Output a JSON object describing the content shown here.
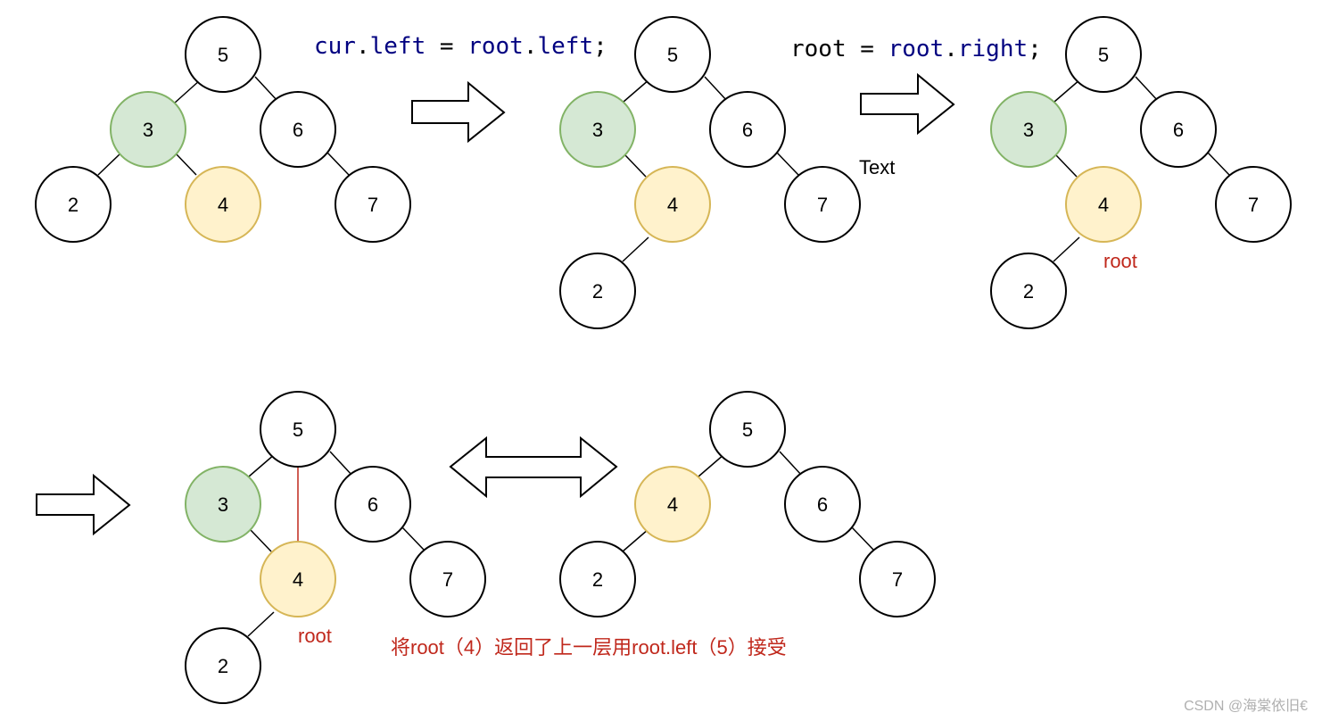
{
  "colors": {
    "stroke": "#000000",
    "node_fill_default": "#ffffff",
    "node_fill_green": "#d5e8d4",
    "node_stroke_green": "#82b366",
    "node_fill_yellow": "#fff2cc",
    "node_stroke_yellow": "#d6b656",
    "code_keyword": "#000080",
    "code_plain": "#000000",
    "annotation_red": "#c0281c",
    "watermark_gray": "#b0b0b0"
  },
  "code_lines": {
    "line1": {
      "part1": "cur",
      "part2": ".",
      "part3": "left",
      "part4": " = ",
      "part5": "root",
      "part6": ".",
      "part7": "left",
      "part8": ";"
    },
    "line2": {
      "part1": "root",
      "part2": " = ",
      "part3": "root",
      "part4": ".",
      "part5": "right",
      "part6": ";"
    }
  },
  "labels": {
    "text_label": "Text",
    "root_label_3": "root",
    "root_label_4": "root",
    "caption": "将root（4）返回了上一层用root.left（5）接受",
    "watermark": "CSDN @海棠依旧€"
  },
  "trees": {
    "tree1": {
      "n5": "5",
      "n3": "3",
      "n6": "6",
      "n2": "2",
      "n4": "4",
      "n7": "7"
    },
    "tree2": {
      "n5": "5",
      "n3": "3",
      "n6": "6",
      "n4": "4",
      "n7": "7",
      "n2": "2"
    },
    "tree3": {
      "n5": "5",
      "n3": "3",
      "n6": "6",
      "n4": "4",
      "n7": "7",
      "n2": "2"
    },
    "tree4": {
      "n5": "5",
      "n3": "3",
      "n6": "6",
      "n4": "4",
      "n7": "7",
      "n2": "2"
    },
    "tree5": {
      "n5": "5",
      "n4": "4",
      "n6": "6",
      "n2": "2",
      "n7": "7"
    }
  }
}
